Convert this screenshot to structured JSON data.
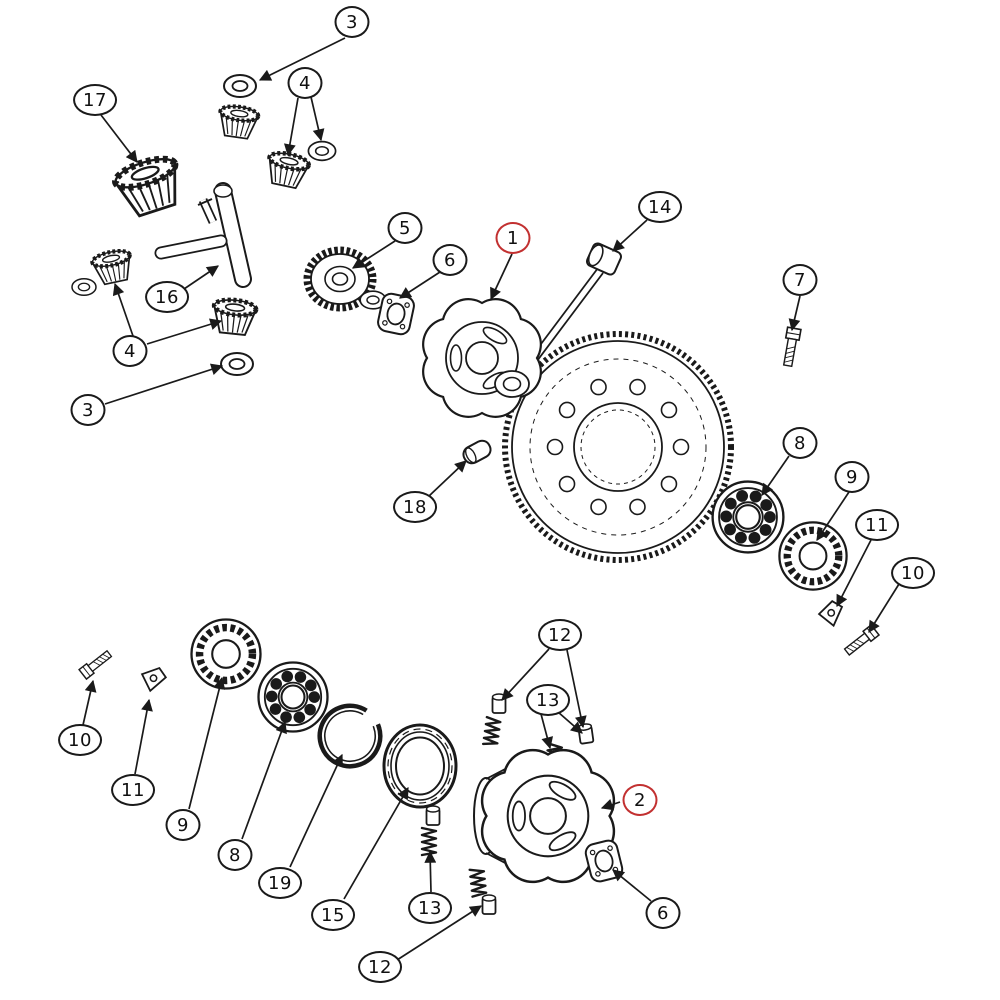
{
  "diagram": {
    "background": "#ffffff",
    "line_color": "#1a1a1a",
    "highlight_color": "#c23030",
    "callouts": [
      {
        "label": "3",
        "highlight": false
      },
      {
        "label": "17",
        "highlight": false
      },
      {
        "label": "4",
        "highlight": false
      },
      {
        "label": "16",
        "highlight": false
      },
      {
        "label": "4",
        "highlight": false
      },
      {
        "label": "3",
        "highlight": false
      },
      {
        "label": "5",
        "highlight": false
      },
      {
        "label": "6",
        "highlight": false
      },
      {
        "label": "1",
        "highlight": true
      },
      {
        "label": "14",
        "highlight": false
      },
      {
        "label": "7",
        "highlight": false
      },
      {
        "label": "18",
        "highlight": false
      },
      {
        "label": "8",
        "highlight": false
      },
      {
        "label": "9",
        "highlight": false
      },
      {
        "label": "11",
        "highlight": false
      },
      {
        "label": "10",
        "highlight": false
      },
      {
        "label": "10",
        "highlight": false
      },
      {
        "label": "11",
        "highlight": false
      },
      {
        "label": "9",
        "highlight": false
      },
      {
        "label": "8",
        "highlight": false
      },
      {
        "label": "19",
        "highlight": false
      },
      {
        "label": "15",
        "highlight": false
      },
      {
        "label": "12",
        "highlight": false
      },
      {
        "label": "13",
        "highlight": false
      },
      {
        "label": "2",
        "highlight": true
      },
      {
        "label": "13",
        "highlight": false
      },
      {
        "label": "12",
        "highlight": false
      },
      {
        "label": "6",
        "highlight": false
      }
    ]
  }
}
